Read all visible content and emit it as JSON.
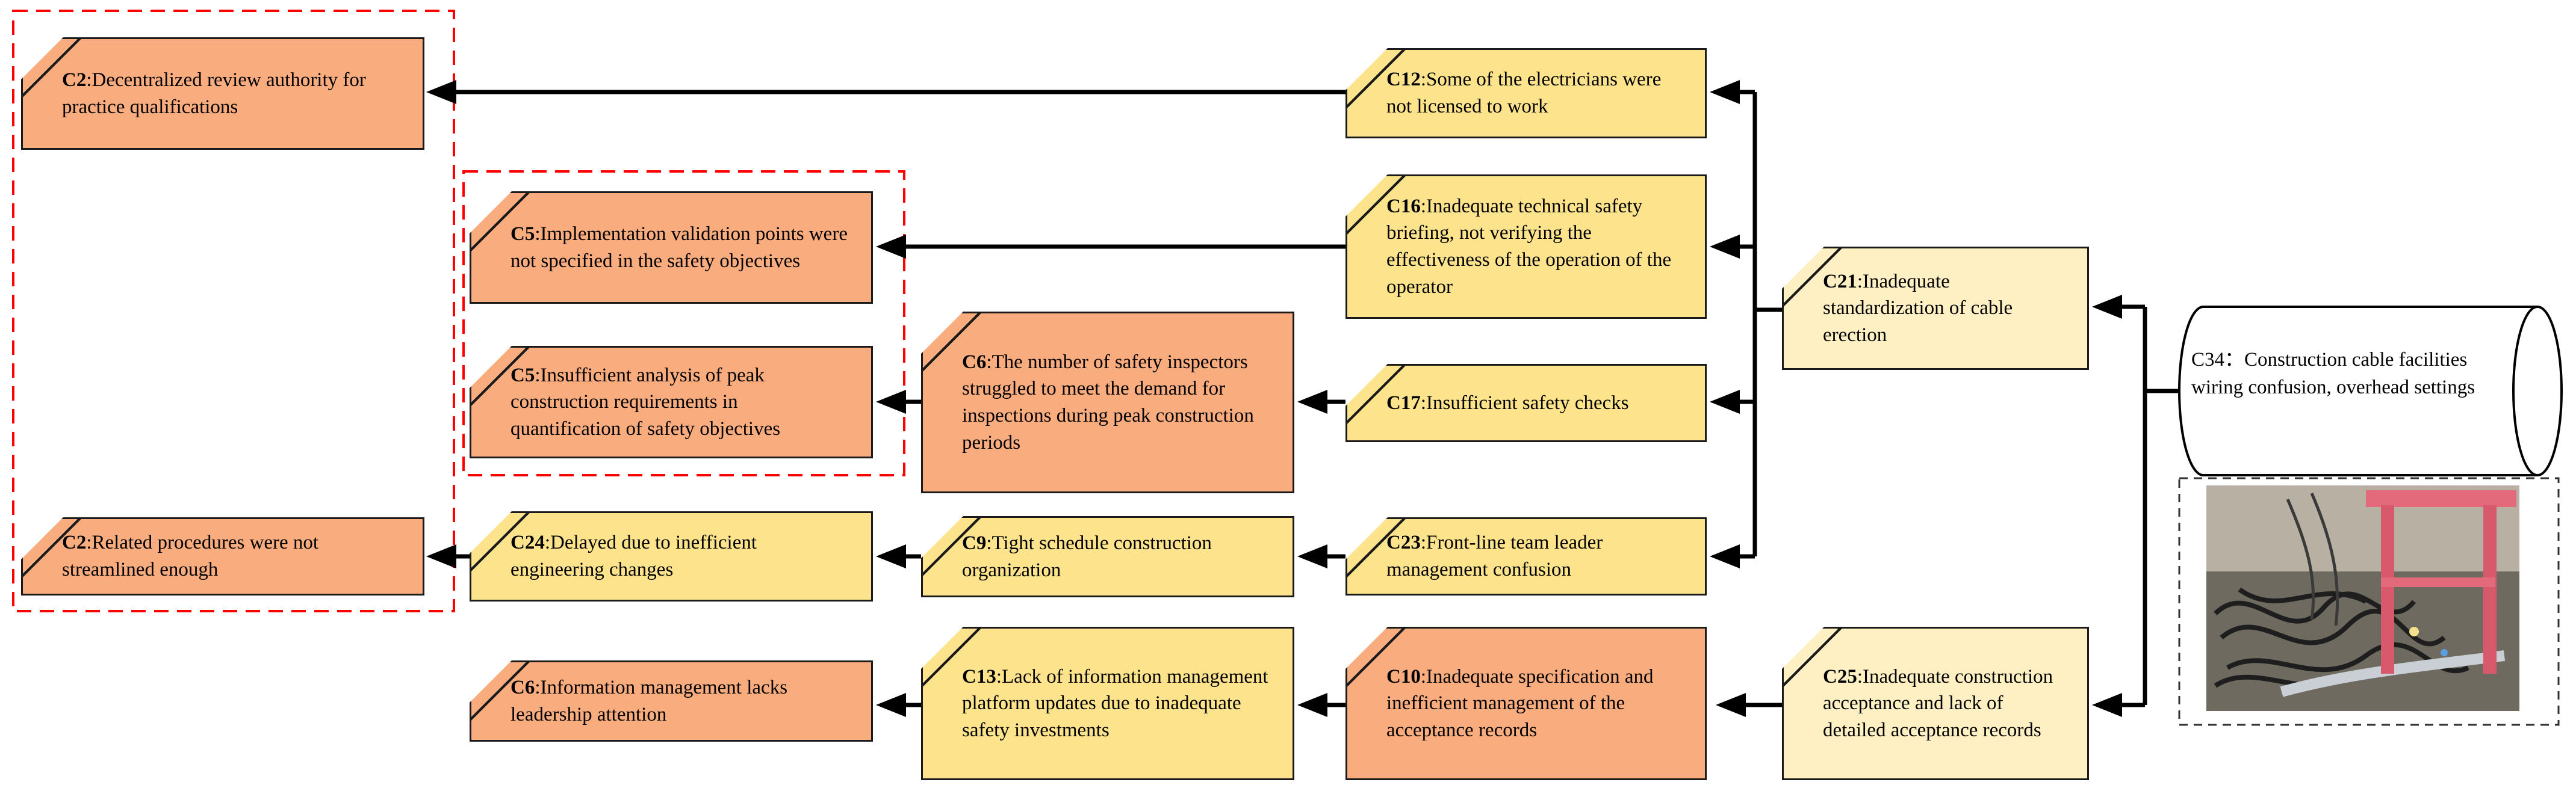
{
  "colors": {
    "orange": "#f9ac7e",
    "yellow": "#fde48c",
    "light": "#fff0c4",
    "line": "#000000",
    "dashed_red": "#ff0000"
  },
  "nodes": {
    "c2a": {
      "id": "C2",
      "text": ":Decentralized review authority for practice qualifications"
    },
    "c2b": {
      "id": "C2",
      "text": ":Related procedures were not streamlined enough"
    },
    "c5a": {
      "id": "C5",
      "text": ":Implementation validation points were not specified in the safety objectives"
    },
    "c5b": {
      "id": "C5",
      "text": ":Insufficient analysis of peak construction requirements in quantification of safety objectives"
    },
    "c6a": {
      "id": "C6",
      "text": ":The number of safety inspectors struggled to meet the demand for inspections during peak construction periods"
    },
    "c6b": {
      "id": "C6",
      "text": ":Information management lacks leadership attention"
    },
    "c24": {
      "id": "C24",
      "text": ":Delayed due to inefficient engineering changes"
    },
    "c9": {
      "id": "C9",
      "text": ":Tight schedule construction organization"
    },
    "c13": {
      "id": "C13",
      "text": ":Lack of information management platform updates due to inadequate safety investments"
    },
    "c12": {
      "id": "C12",
      "text": ":Some of the electricians were not licensed to work"
    },
    "c16": {
      "id": "C16",
      "text": ":Inadequate technical safety briefing, not verifying the effectiveness of the operation of the operator"
    },
    "c17": {
      "id": "C17",
      "text": ":Insufficient safety checks"
    },
    "c23": {
      "id": "C23",
      "text": ":Front-line team leader management confusion"
    },
    "c10": {
      "id": "C10",
      "text": ":Inadequate specification and inefficient management of the acceptance records"
    },
    "c21": {
      "id": "C21",
      "text": ":Inadequate standardization of cable erection"
    },
    "c25": {
      "id": "C25",
      "text": ":Inadequate construction acceptance and lack of detailed acceptance records"
    }
  },
  "top_event": {
    "text": "C34：Construction cable facilities wiring confusion, overhead settings"
  },
  "photo": {
    "icon": "construction-site-cable-photo"
  }
}
